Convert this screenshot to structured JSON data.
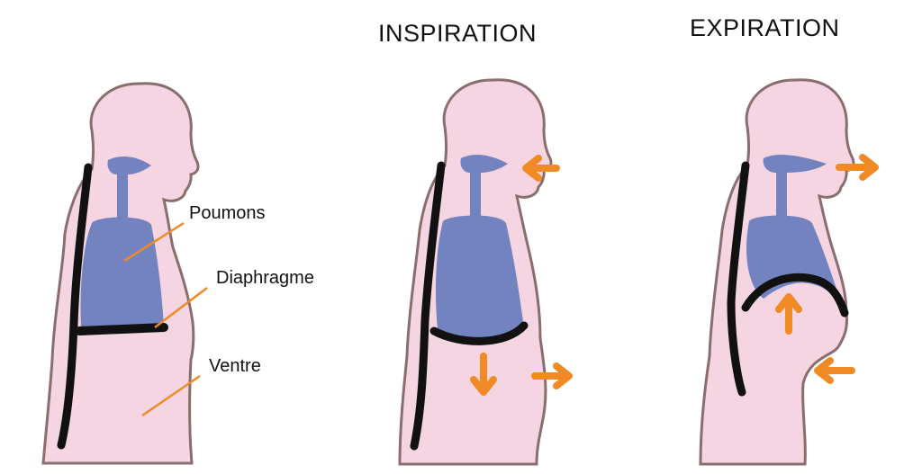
{
  "titles": {
    "inspiration": "INSPIRATION",
    "expiration": "EXPIRATION"
  },
  "labels": {
    "poumons": "Poumons",
    "diaphragme": "Diaphragme",
    "ventre": "Ventre"
  },
  "colors": {
    "body_fill": "#f5d5e1",
    "body_outline": "#8a6e6e",
    "lung_fill": "#7383c0",
    "diaphragm": "#111111",
    "arrow": "#f08a24",
    "leader_line": "#f08a24"
  },
  "arrows": {
    "inspiration": [
      "air-in-arrow",
      "diaphragm-down-arrow",
      "belly-out-arrow"
    ],
    "expiration": [
      "air-out-arrow",
      "diaphragm-up-arrow",
      "belly-in-arrow"
    ]
  }
}
